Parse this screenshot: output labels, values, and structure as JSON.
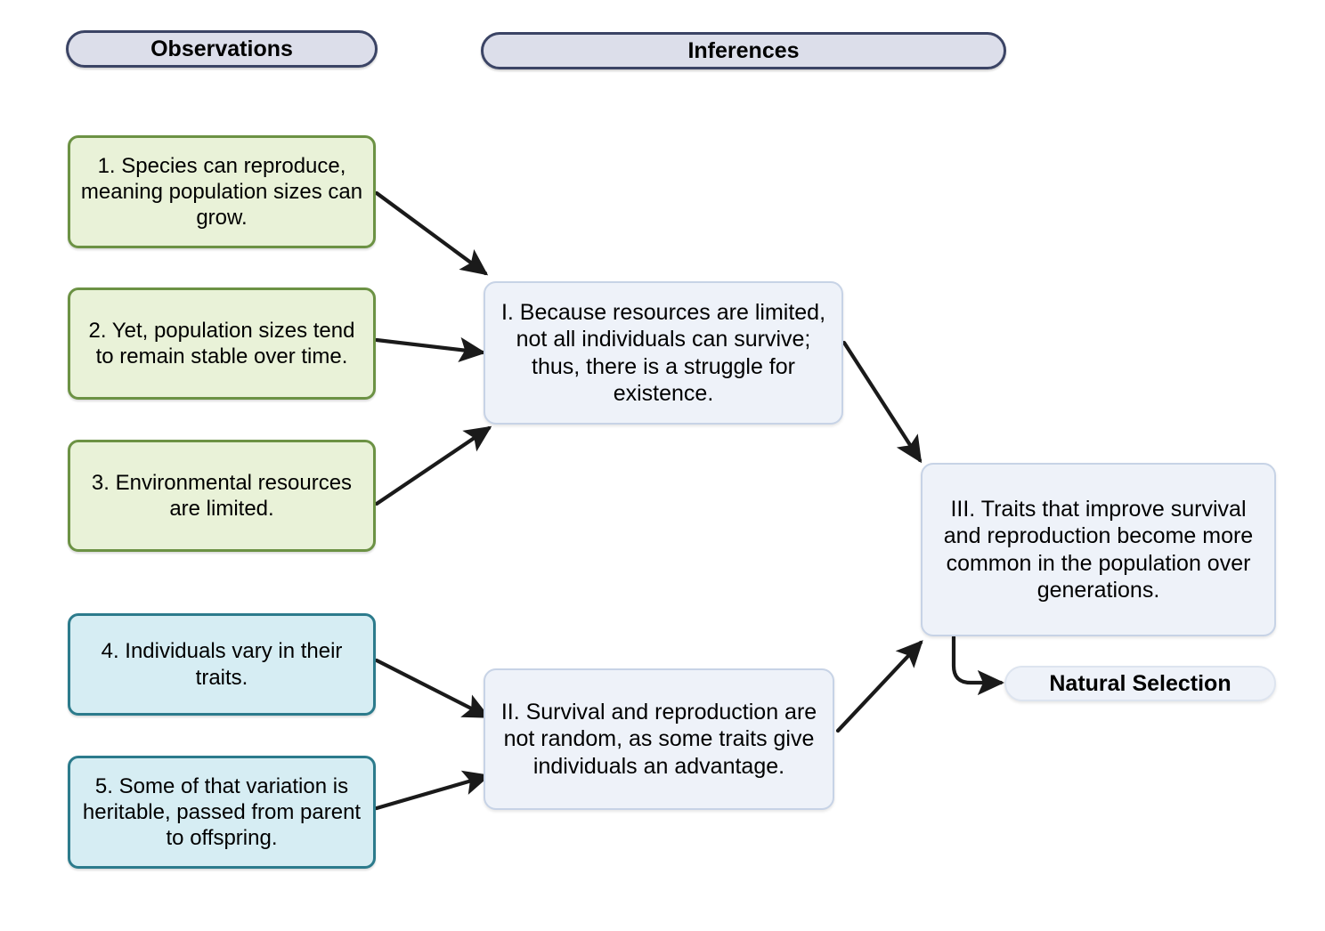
{
  "diagram": {
    "title_columns": {
      "observations": "Observations",
      "inferences": "Inferences"
    },
    "observations": [
      {
        "id": "obs1",
        "text": "1. Species can reproduce, meaning population sizes can grow.",
        "color": "#e9f2d8",
        "border": "#6c9244"
      },
      {
        "id": "obs2",
        "text": "2. Yet, population sizes tend to remain stable over time.",
        "color": "#e9f2d8",
        "border": "#6c9244"
      },
      {
        "id": "obs3",
        "text": "3. Environmental resources are limited.",
        "color": "#e9f2d8",
        "border": "#6c9244"
      },
      {
        "id": "obs4",
        "text": "4. Individuals vary in their traits.",
        "color": "#d6edf3",
        "border": "#2c7b8c"
      },
      {
        "id": "obs5",
        "text": "5. Some of that variation is heritable, passed from parent to offspring.",
        "color": "#d6edf3",
        "border": "#2c7b8c"
      }
    ],
    "inferences": [
      {
        "id": "infI",
        "text": "I. Because resources are limited, not all individuals can survive; thus, there is a struggle for existence.",
        "color": "#eef2f9",
        "border": "#c7d3e6"
      },
      {
        "id": "infII",
        "text": "II. Survival and reproduction are not random, as some traits give individuals an advantage.",
        "color": "#eef2f9",
        "border": "#c7d3e6"
      },
      {
        "id": "infIII",
        "text": "III. Traits that improve survival and reproduction become more common in the population over generations.",
        "color": "#eef2f9",
        "border": "#c7d3e6"
      }
    ],
    "outcome": {
      "id": "natural-selection",
      "text": "Natural Selection",
      "color": "#eef2f9",
      "border": "#dde4ef"
    },
    "arrows": [
      {
        "from": "obs1",
        "to": "infI",
        "style": "straight"
      },
      {
        "from": "obs2",
        "to": "infI",
        "style": "straight"
      },
      {
        "from": "obs3",
        "to": "infI",
        "style": "straight"
      },
      {
        "from": "obs4",
        "to": "infII",
        "style": "straight"
      },
      {
        "from": "obs5",
        "to": "infII",
        "style": "straight"
      },
      {
        "from": "infI",
        "to": "infIII",
        "style": "straight"
      },
      {
        "from": "infII",
        "to": "infIII",
        "style": "straight"
      },
      {
        "from": "infIII",
        "to": "natural-selection",
        "style": "elbow"
      }
    ],
    "arrow_color": "#1a1a1a"
  }
}
